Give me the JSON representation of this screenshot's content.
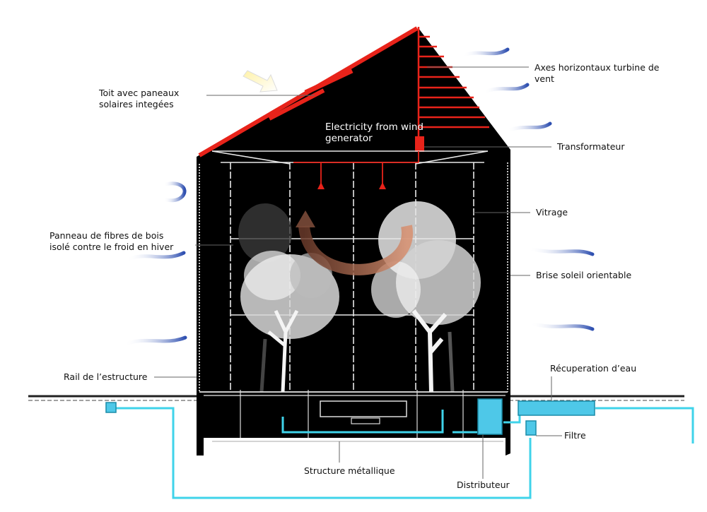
{
  "labels": {
    "roof": "Toit avec paneaux\nsolaires integées",
    "turbine": "Axes horizontaux turbine de\nvent",
    "electricity": "Electricity from wind\ngenerator",
    "transformer": "Transformateur",
    "glazing": "Vitrage",
    "panel": "Panneau de fibres de bois\nisolé contre le froid en hiver",
    "sunshade": "Brise soleil orientable",
    "rail": "Rail de l’estructure",
    "water": "Récuperation d’eau",
    "filter": "Filtre",
    "structure": "Structure métallique",
    "distributor": "Distributeur"
  },
  "colors": {
    "building": "#000000",
    "roof_panel": "#e8231a",
    "wind_arrow": "#3b5bb5",
    "water_pipe": "#3fd3ea",
    "water_tank": "#4ec8e8",
    "airflow": "#b87a5a",
    "sun_arrow": "#fff8c8"
  }
}
